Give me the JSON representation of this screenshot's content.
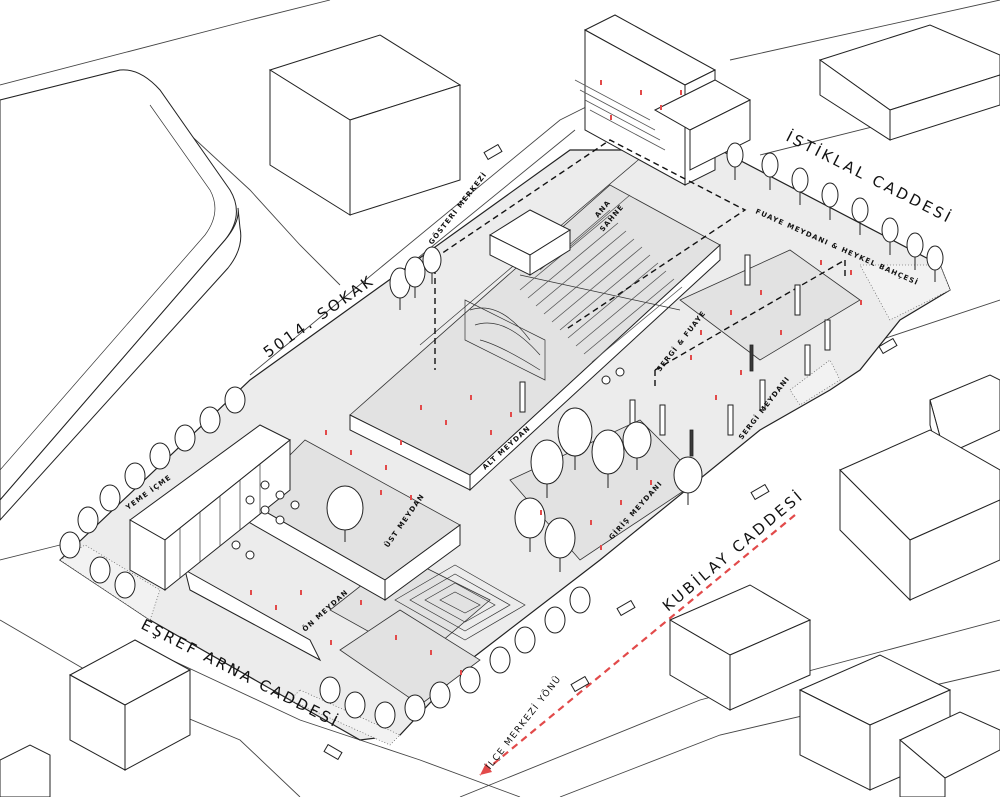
{
  "streets": {
    "north": "İSTİKLAL CADDESİ",
    "west": "5014. SOKAK",
    "south_west": "EŞREF ARNA CADDESİ",
    "south_east": "KUBİLAY CADDESİ"
  },
  "zones": {
    "gosteri": "GÖSTERİ MERKEZİ",
    "ana_sahne_1": "ANA",
    "ana_sahne_2": "SAHNE",
    "fuaye_meydani": "FUAYE MEYDANI & HEYKEL BAHÇESİ",
    "sergi_fuaye": "SERGİ & FUAYE",
    "sergi_meydani": "SERGİ MEYDANI",
    "alt_meydan": "ALT MEYDAN",
    "giris_meydani": "GİRİŞ MEYDANI",
    "ust_meydan": "ÜST MEYDAN",
    "yeme_icme": "YEME İÇME",
    "on_meydan": "ÖN MEYDAN"
  },
  "direction": {
    "label": "İLÇE MERKEZİ YÖNÜ"
  },
  "colors": {
    "people": "#e24a4a",
    "direction_arrow": "#e24a4a",
    "line": "#222222",
    "ground": "#ececec"
  }
}
